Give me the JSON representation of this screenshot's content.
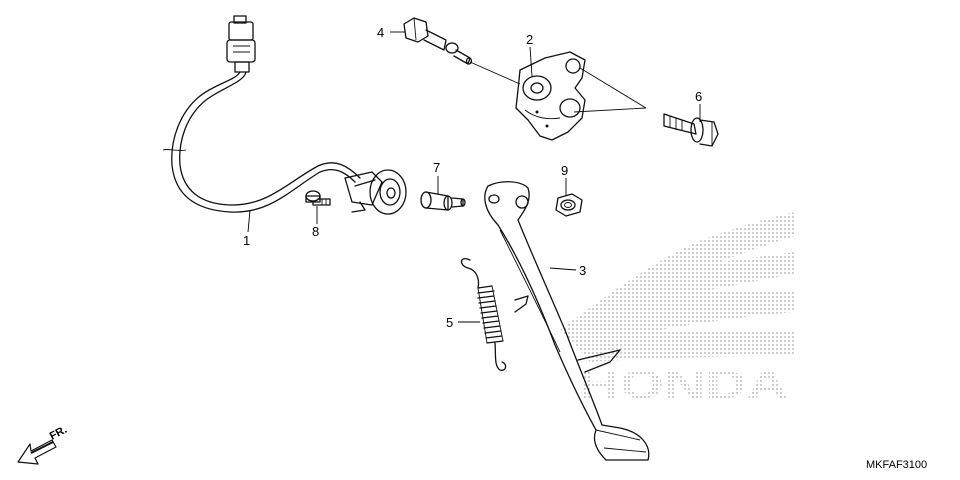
{
  "diagram": {
    "callouts": [
      {
        "id": "1",
        "label": "1"
      },
      {
        "id": "2",
        "label": "2"
      },
      {
        "id": "3",
        "label": "3"
      },
      {
        "id": "4",
        "label": "4"
      },
      {
        "id": "5",
        "label": "5"
      },
      {
        "id": "6",
        "label": "6"
      },
      {
        "id": "7",
        "label": "7"
      },
      {
        "id": "8",
        "label": "8"
      },
      {
        "id": "9",
        "label": "9"
      }
    ],
    "direction_label": "FR.",
    "diagram_code": "MKFAF3100",
    "watermark_text": "HONDA"
  }
}
